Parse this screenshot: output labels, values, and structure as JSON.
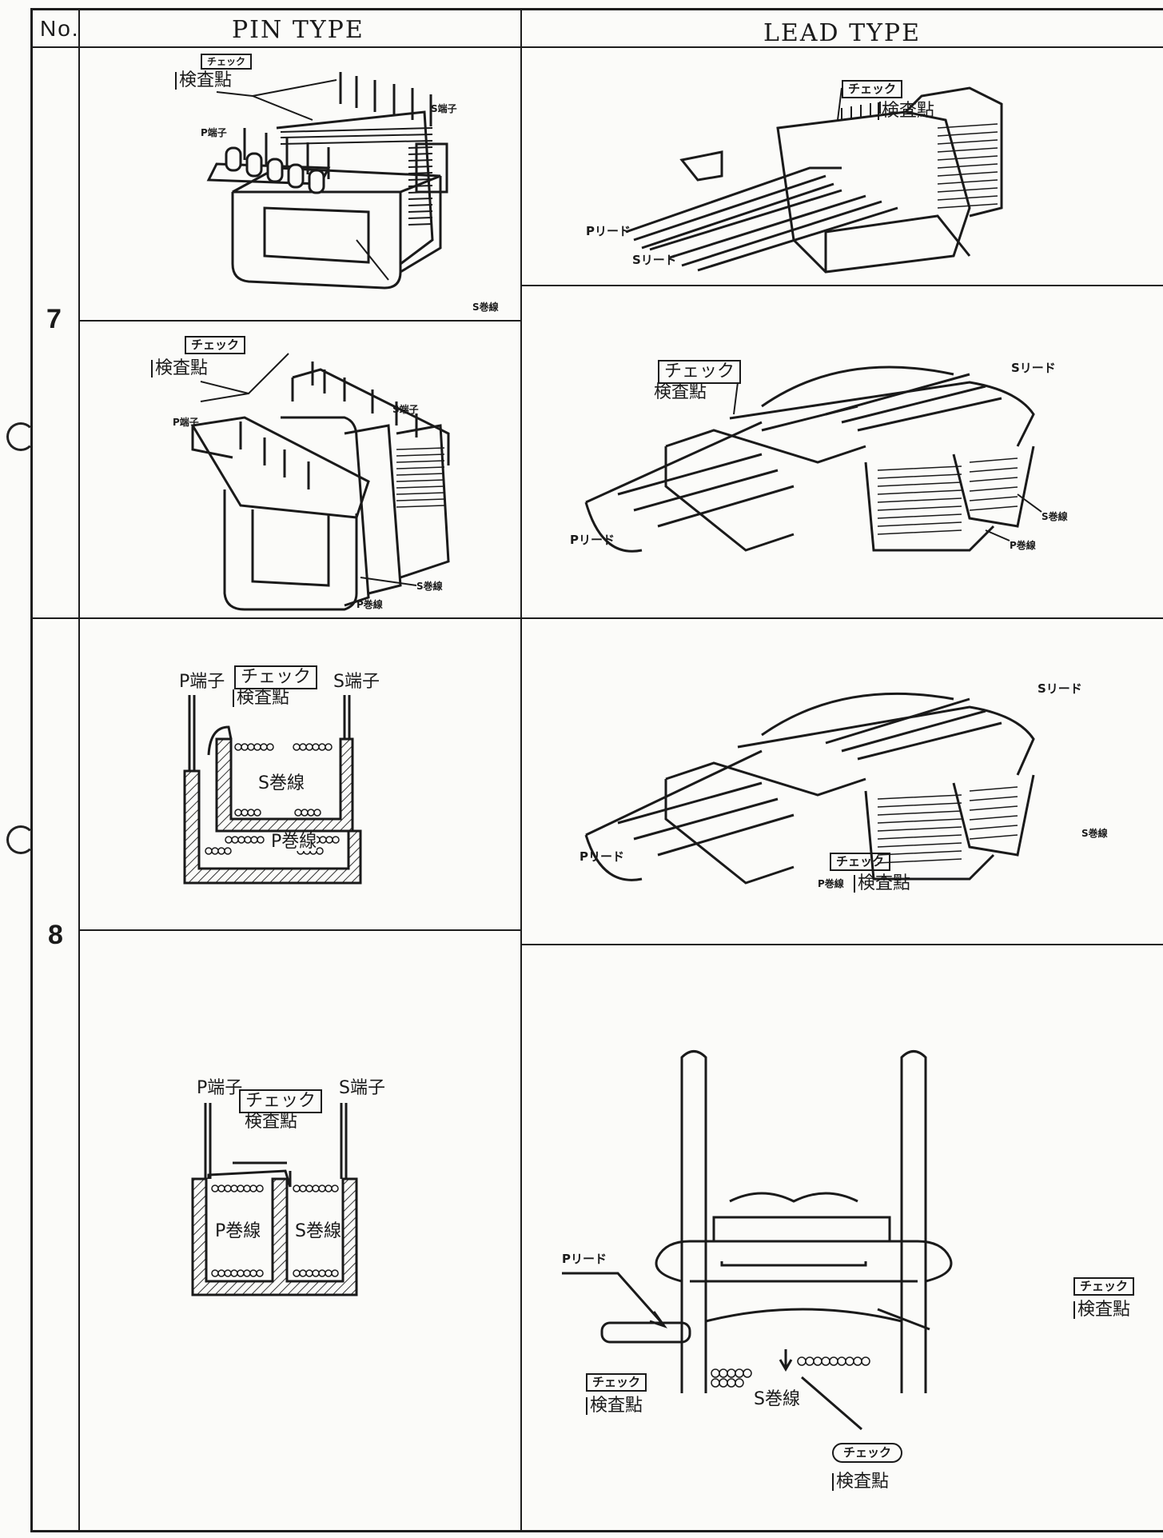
{
  "header": {
    "no": "No.",
    "pin_type": "PIN TYPE",
    "lead_type": "LEAD TYPE",
    "corner_mark": "..."
  },
  "rows": [
    {
      "no": "7"
    },
    {
      "no": "8"
    }
  ],
  "labels": {
    "check": "チェック",
    "check_point": "検査點",
    "p_pin": "P端子",
    "s_pin": "S端子",
    "p_lead": "Pリード",
    "s_lead": "Sリード",
    "p_winding": "P巻線",
    "s_winding": "S巻線",
    "s_winding_short": "S巻線",
    "p_winding_short": "P巻線"
  },
  "colors": {
    "ink": "#1a1a1a",
    "paper": "#fbfbf9",
    "hatch": "#333333"
  }
}
